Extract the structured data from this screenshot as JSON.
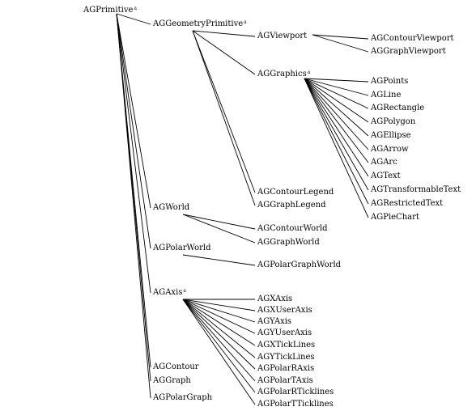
{
  "diagram": {
    "nodes": [
      {
        "id": "AGPrimitive",
        "label": "AGPrimitive",
        "mark": "a"
      },
      {
        "id": "AGGeometryPrimitive",
        "label": "AGGeometryPrimitive",
        "mark": "a"
      },
      {
        "id": "AGViewport",
        "label": "AGViewport",
        "mark": ""
      },
      {
        "id": "AGContourViewport",
        "label": "AGContourViewport",
        "mark": ""
      },
      {
        "id": "AGGraphViewport",
        "label": "AGGraphViewport",
        "mark": ""
      },
      {
        "id": "AGGraphics",
        "label": "AGGraphics",
        "mark": "a"
      },
      {
        "id": "AGPoints",
        "label": "AGPoints",
        "mark": ""
      },
      {
        "id": "AGLine",
        "label": "AGLine",
        "mark": ""
      },
      {
        "id": "AGRectangle",
        "label": "AGRectangle",
        "mark": ""
      },
      {
        "id": "AGPolygon",
        "label": "AGPolygon",
        "mark": ""
      },
      {
        "id": "AGEllipse",
        "label": "AGEllipse",
        "mark": ""
      },
      {
        "id": "AGArrow",
        "label": "AGArrow",
        "mark": ""
      },
      {
        "id": "AGArc",
        "label": "AGArc",
        "mark": ""
      },
      {
        "id": "AGText",
        "label": "AGText",
        "mark": ""
      },
      {
        "id": "AGTransformableText",
        "label": "AGTransformableText",
        "mark": ""
      },
      {
        "id": "AGRestrictedText",
        "label": "AGRestrictedText",
        "mark": ""
      },
      {
        "id": "AGPieChart",
        "label": "AGPieChart",
        "mark": ""
      },
      {
        "id": "AGContourLegend",
        "label": "AGContourLegend",
        "mark": ""
      },
      {
        "id": "AGGraphLegend",
        "label": "AGGraphLegend",
        "mark": ""
      },
      {
        "id": "AGWorld",
        "label": "AGWorld",
        "mark": ""
      },
      {
        "id": "AGContourWorld",
        "label": "AGContourWorld",
        "mark": ""
      },
      {
        "id": "AGGraphWorld",
        "label": "AGGraphWorld",
        "mark": ""
      },
      {
        "id": "AGPolarWorld",
        "label": "AGPolarWorld",
        "mark": ""
      },
      {
        "id": "AGPolarGraphWorld",
        "label": "AGPolarGraphWorld",
        "mark": ""
      },
      {
        "id": "AGAxis",
        "label": "AGAxis",
        "mark": "a"
      },
      {
        "id": "AGXAxis",
        "label": "AGXAxis",
        "mark": ""
      },
      {
        "id": "AGXUserAxis",
        "label": "AGXUserAxis",
        "mark": ""
      },
      {
        "id": "AGYAxis",
        "label": "AGYAxis",
        "mark": ""
      },
      {
        "id": "AGYUserAxis",
        "label": "AGYUserAxis",
        "mark": ""
      },
      {
        "id": "AGXTickLines",
        "label": "AGXTickLines",
        "mark": ""
      },
      {
        "id": "AGYTickLines",
        "label": "AGYTickLines",
        "mark": ""
      },
      {
        "id": "AGPolarRAxis",
        "label": "AGPolarRAxis",
        "mark": ""
      },
      {
        "id": "AGPolarTAxis",
        "label": "AGPolarTAxis",
        "mark": ""
      },
      {
        "id": "AGPolarRTicklines",
        "label": "AGPolarRTicklines",
        "mark": ""
      },
      {
        "id": "AGPolarTTicklines",
        "label": "AGPolarTTicklines",
        "mark": ""
      },
      {
        "id": "AGContour",
        "label": "AGContour",
        "mark": ""
      },
      {
        "id": "AGGraph",
        "label": "AGGraph",
        "mark": ""
      },
      {
        "id": "AGPolarGraph",
        "label": "AGPolarGraph",
        "mark": ""
      }
    ],
    "edges": [
      [
        "AGPrimitive",
        "AGGeometryPrimitive"
      ],
      [
        "AGPrimitive",
        "AGWorld"
      ],
      [
        "AGPrimitive",
        "AGPolarWorld"
      ],
      [
        "AGPrimitive",
        "AGAxis"
      ],
      [
        "AGPrimitive",
        "AGContour"
      ],
      [
        "AGPrimitive",
        "AGGraph"
      ],
      [
        "AGPrimitive",
        "AGPolarGraph"
      ],
      [
        "AGGeometryPrimitive",
        "AGViewport"
      ],
      [
        "AGGeometryPrimitive",
        "AGGraphics"
      ],
      [
        "AGGeometryPrimitive",
        "AGContourLegend"
      ],
      [
        "AGGeometryPrimitive",
        "AGGraphLegend"
      ],
      [
        "AGViewport",
        "AGContourViewport"
      ],
      [
        "AGViewport",
        "AGGraphViewport"
      ],
      [
        "AGGraphics",
        "AGPoints"
      ],
      [
        "AGGraphics",
        "AGLine"
      ],
      [
        "AGGraphics",
        "AGRectangle"
      ],
      [
        "AGGraphics",
        "AGPolygon"
      ],
      [
        "AGGraphics",
        "AGEllipse"
      ],
      [
        "AGGraphics",
        "AGArrow"
      ],
      [
        "AGGraphics",
        "AGArc"
      ],
      [
        "AGGraphics",
        "AGText"
      ],
      [
        "AGGraphics",
        "AGTransformableText"
      ],
      [
        "AGGraphics",
        "AGRestrictedText"
      ],
      [
        "AGGraphics",
        "AGPieChart"
      ],
      [
        "AGWorld",
        "AGContourWorld"
      ],
      [
        "AGWorld",
        "AGGraphWorld"
      ],
      [
        "AGPolarWorld",
        "AGPolarGraphWorld"
      ],
      [
        "AGAxis",
        "AGXAxis"
      ],
      [
        "AGAxis",
        "AGXUserAxis"
      ],
      [
        "AGAxis",
        "AGYAxis"
      ],
      [
        "AGAxis",
        "AGYUserAxis"
      ],
      [
        "AGAxis",
        "AGXTickLines"
      ],
      [
        "AGAxis",
        "AGYTickLines"
      ],
      [
        "AGAxis",
        "AGPolarRAxis"
      ],
      [
        "AGAxis",
        "AGPolarTAxis"
      ],
      [
        "AGAxis",
        "AGPolarRTicklines"
      ],
      [
        "AGAxis",
        "AGPolarTTicklines"
      ]
    ]
  }
}
